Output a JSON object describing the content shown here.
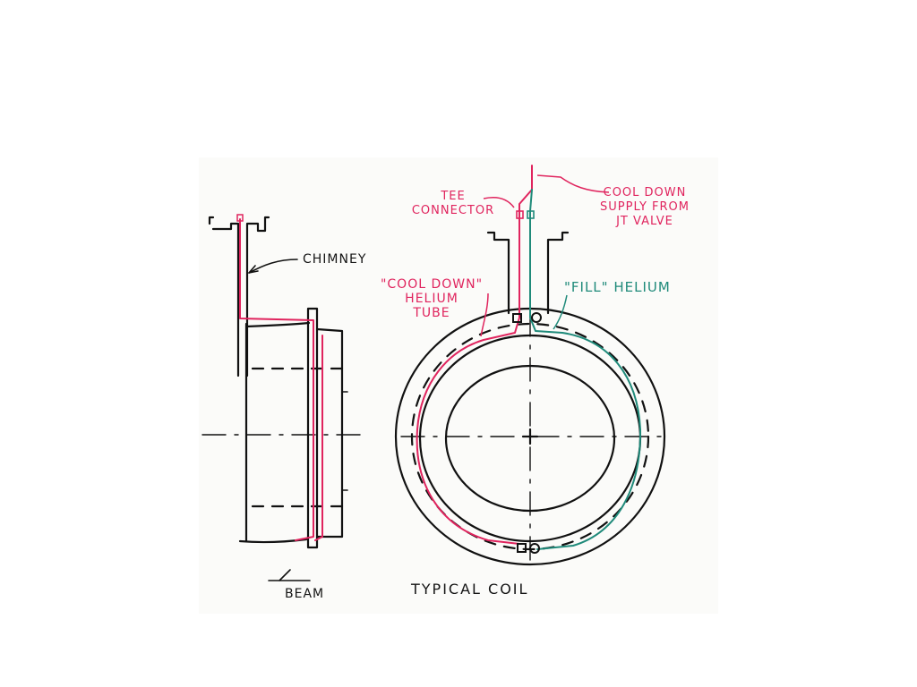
{
  "colors": {
    "ink": "#111111",
    "cooldown": "#e0245e",
    "fill": "#1f8a7a",
    "paper": "#fbfbf9"
  },
  "labels": {
    "chimney": "CHIMNEY",
    "tee_connector_line1": "TEE",
    "tee_connector_line2": "CONNECTOR",
    "cool_down_supply_line1": "COOL DOWN",
    "cool_down_supply_line2": "SUPPLY FROM",
    "cool_down_supply_line3": "JT VALVE",
    "cool_down_tube_line1": "\"COOL DOWN\"",
    "cool_down_tube_line2": "HELIUM",
    "cool_down_tube_line3": "TUBE",
    "fill_helium": "\"FILL\" HELIUM",
    "beam": "BEAM",
    "typical_coil": "TYPICAL COIL"
  }
}
